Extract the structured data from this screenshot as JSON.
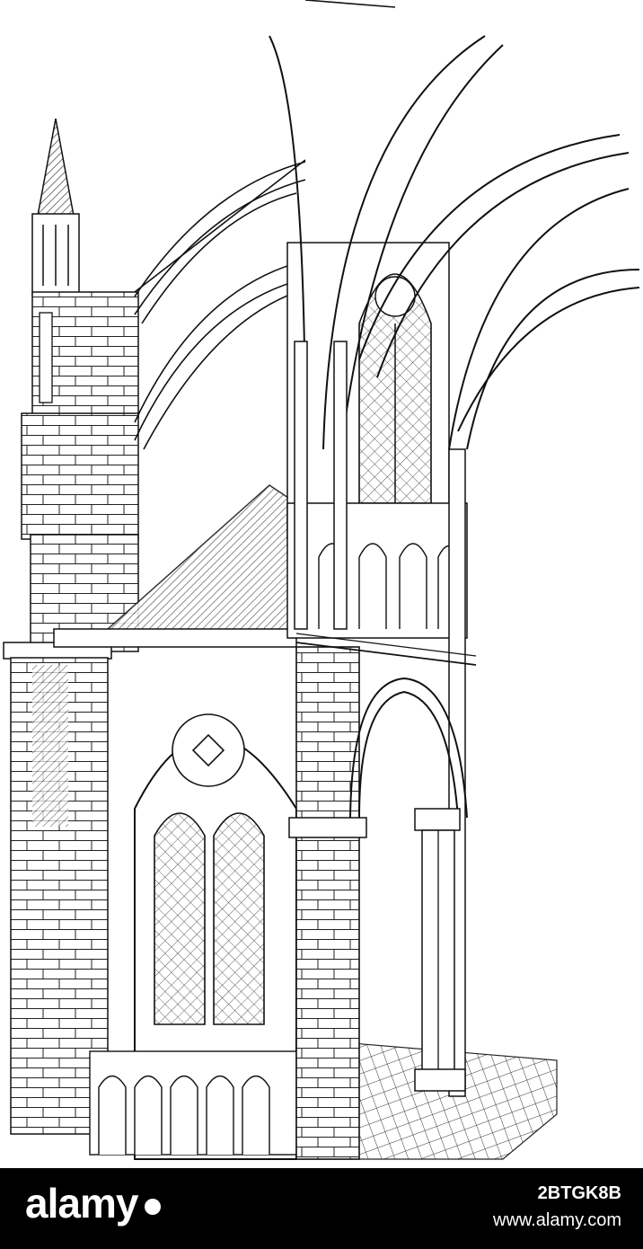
{
  "watermark": {
    "logo_text": "alamy",
    "image_id": "2BTGK8B",
    "site": "www.alamy.com"
  },
  "colors": {
    "ink": "#1a1a1a",
    "paper": "#ffffff",
    "footer": "#000000"
  }
}
